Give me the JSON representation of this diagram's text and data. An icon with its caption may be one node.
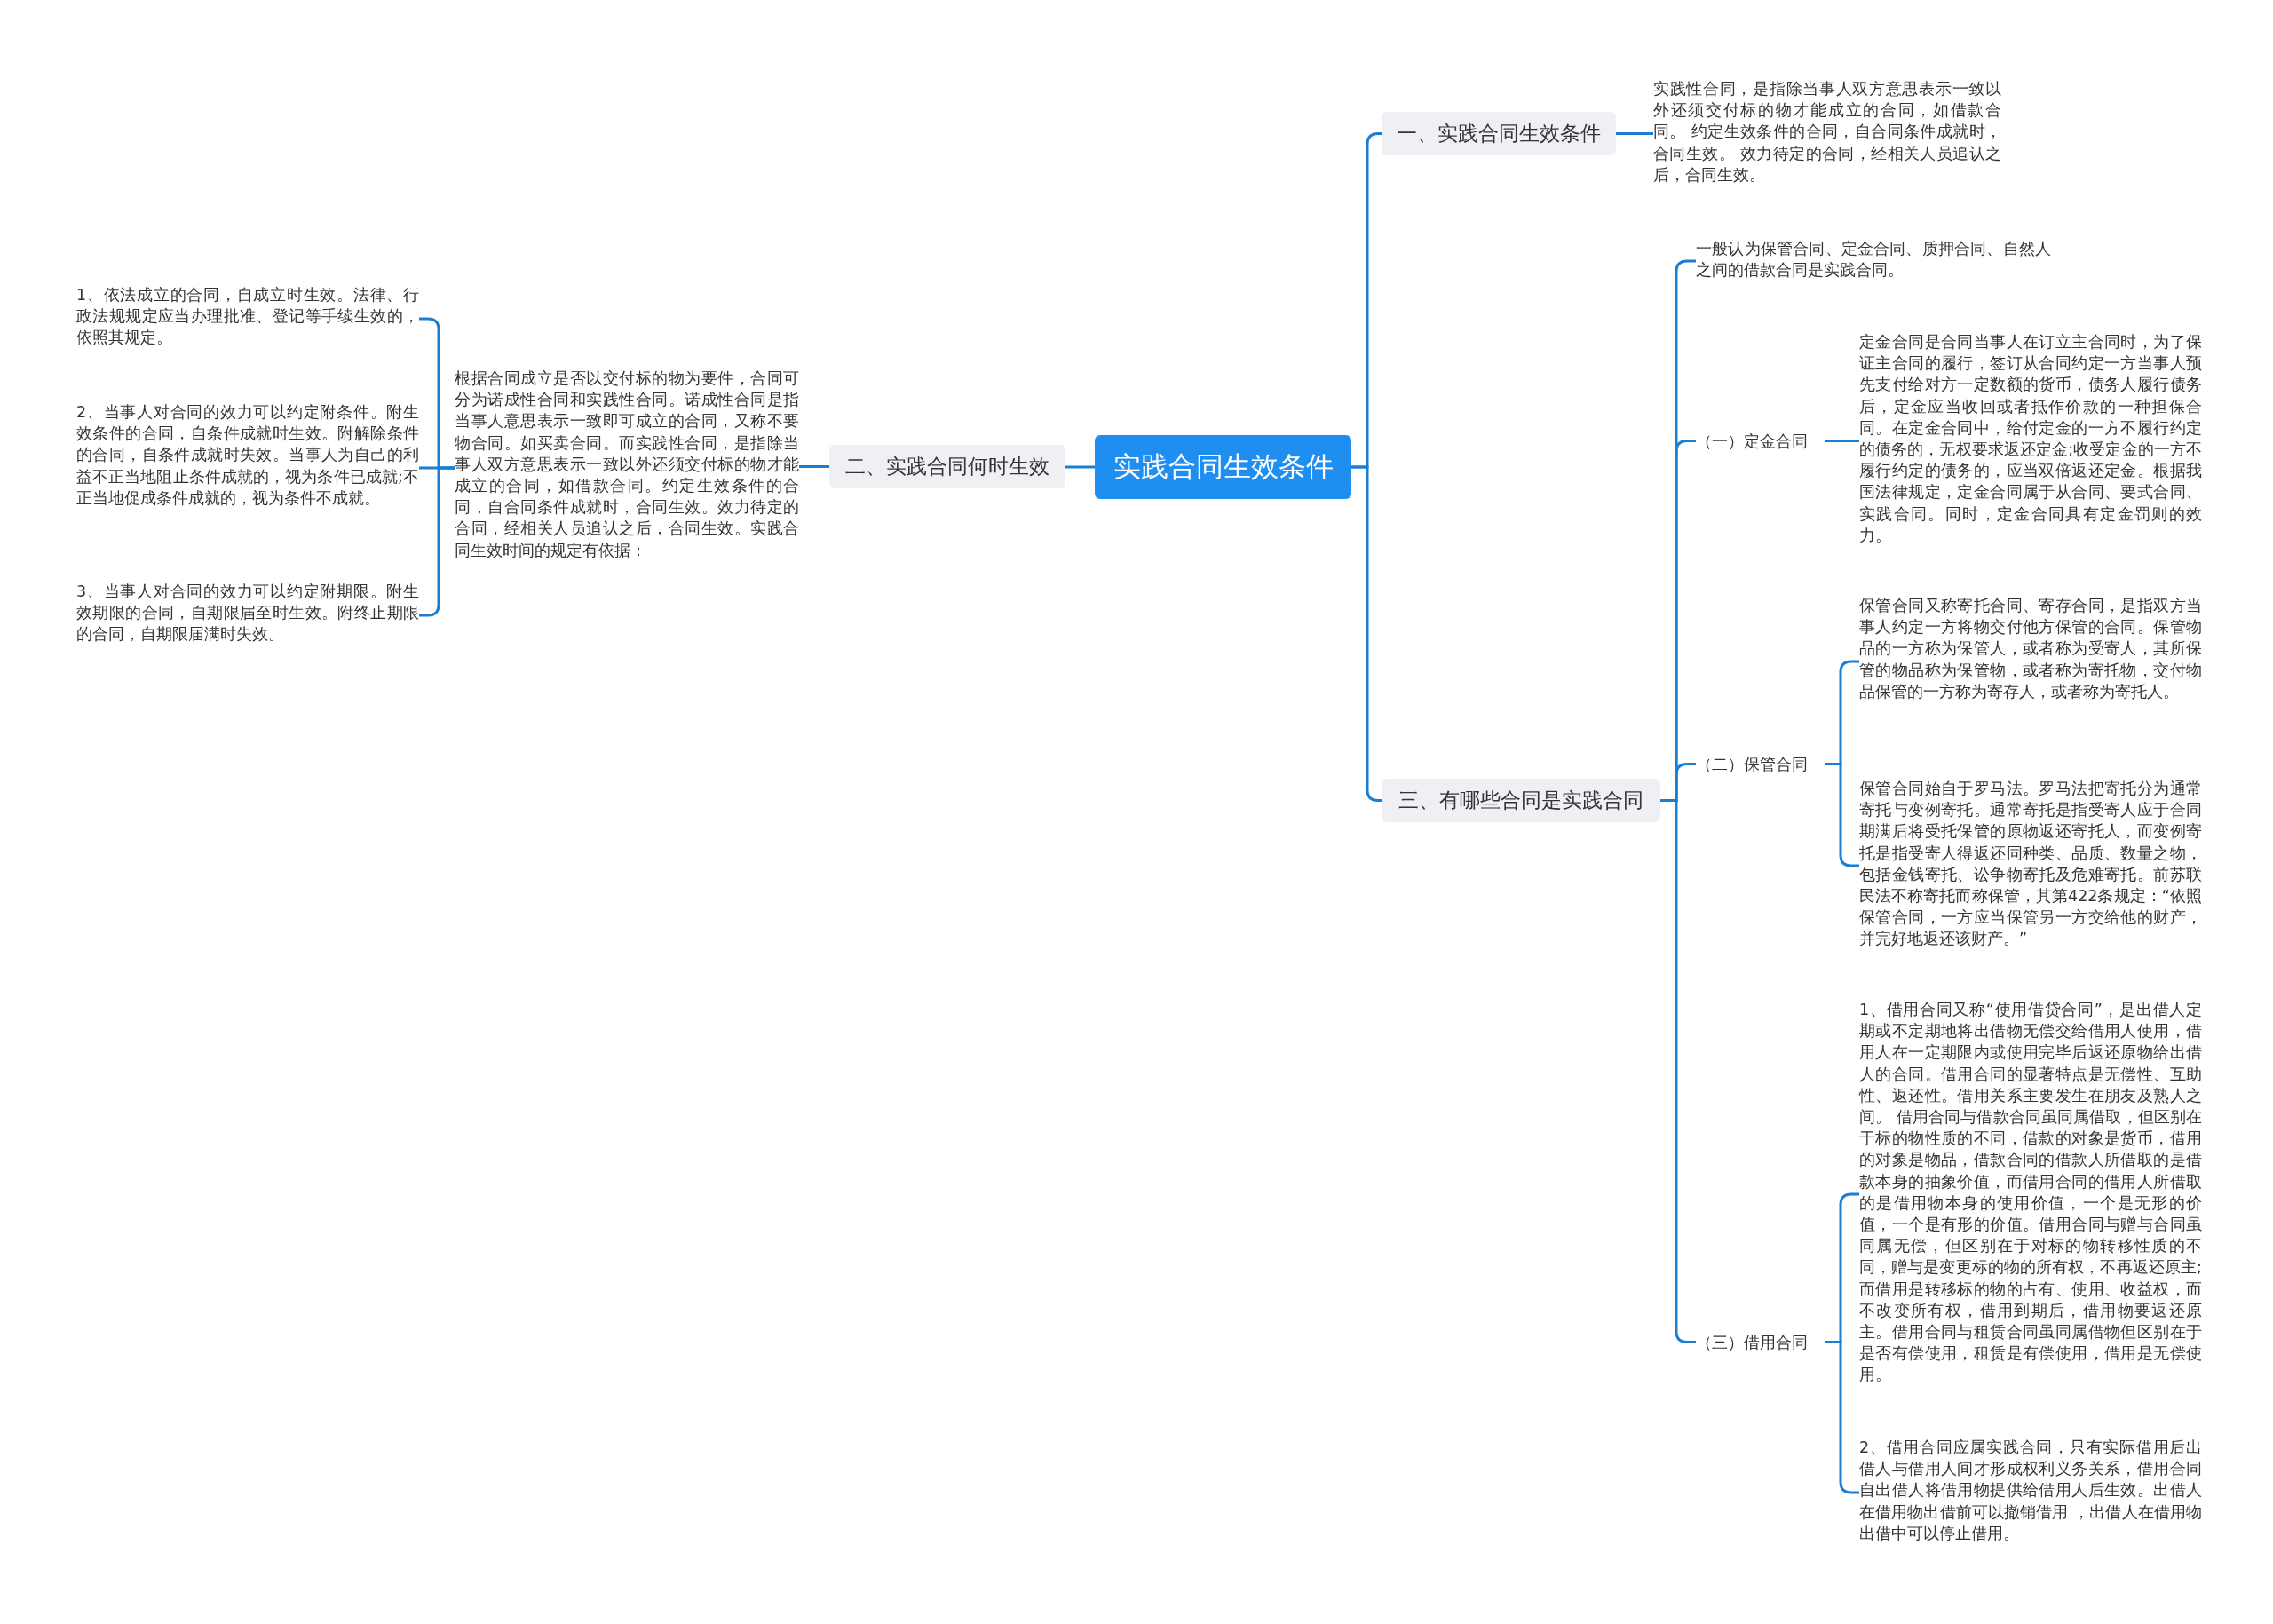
{
  "diagram": {
    "nodes": [
      {
        "text": [
          "实践合同生效条件"
        ]
      },
      {
        "text": [
          "一、实践合同生效条件"
        ]
      },
      {
        "text": [
          "实践性合同，是指除当事人双方意思表示一致以外还须交付标的物才能成立的合同，如借款合同。 约定生效条件的合同，自合同条件成就时，合同生效。 效力待定的合同，经相关人员追认之后，合同生效。"
        ]
      },
      {
        "text": [
          "二、实践合同何时生效"
        ]
      },
      {
        "text": [
          "根据合同成立是否以交付标的物为要件，合同可分为诺成性合同和实践性合同。诺成性合同是指当事人意思表示一致即可成立的合同，又称不要物合同。如买卖合同。而实践性合同，是指除当事人双方意思表示一致以外还须交付标的物才能成立的合同，如借款合同。约定生效条件的合同，自合同条件成就时，合同生效。效力待定的合同，经相关人员追认之后，合同生效。实践合同生效时间的规定有依据："
        ]
      },
      {
        "text": [
          "1、依法成立的合同，自成立时生效。法律、行政法规规定应当办理批准、登记等手续生效的，依照其规定。"
        ]
      },
      {
        "text": [
          "2、当事人对合同的效力可以约定附条件。附生效条件的合同，自条件成就时生效。附解除条件的合同，自条件成就时失效。当事人为自己的利益不正当地阻止条件成就的，视为条件已成就;不正当地促成条件成就的，视为条件不成就。"
        ]
      },
      {
        "text": [
          "3、当事人对合同的效力可以约定附期限。附生效期限的合同，自期限届至时生效。附终止期限的合同，自期限届满时失效。"
        ]
      },
      {
        "text": [
          "三、有哪些合同是实践合同"
        ]
      },
      {
        "text": [
          "一般认为保管合同、定金合同、质押合同、自然人之间的借款合同是实践合同。"
        ]
      },
      {
        "text": [
          "（一）定金合同"
        ]
      },
      {
        "text": [
          "定金合同是合同当事人在订立主合同时，为了保证主合同的履行，签订从合同约定一方当事人预先支付给对方一定数额的货币，债务人履行债务后，定金应当收回或者抵作价款的一种担保合同。在定金合同中，给付定金的一方不履行约定的债务的，无权要求返还定金;收受定金的一方不履行约定的债务的，应当双倍返还定金。根据我国法律规定，定金合同属于从合同、要式合同、实践合同。同时，定金合同具有定金罚则的效力。"
        ]
      },
      {
        "text": [
          "（二）保管合同"
        ]
      },
      {
        "text": [
          "保管合同又称寄托合同、寄存合同，是指双方当事人约定一方将物交付他方保管的合同。保管物品的一方称为保管人，或者称为受寄人，其所保管的物品称为保管物，或者称为寄托物，交付物品保管的一方称为寄存人，或者称为寄托人。"
        ]
      },
      {
        "text": [
          "保管合同始自于罗马法。罗马法把寄托分为通常寄托与变例寄托。通常寄托是指受寄人应于合同期满后将受托保管的原物返还寄托人，而变例寄托是指受寄人得返还同种类、品质、数量之物，包括金钱寄托、讼争物寄托及危难寄托。前苏联民法不称寄托而称保管，其第422条规定：“依照保管合同，一方应当保管另一方交给他的财产，并完好地返还该财产。”"
        ]
      },
      {
        "text": [
          "（三）借用合同"
        ]
      },
      {
        "text": [
          "1、借用合同又称“使用借贷合同”，是出借人定期或不定期地将出借物无偿交给借用人使用，借用人在一定期限内或使用完毕后返还原物给出借人的合同。借用合同的显著特点是无偿性、互助性、返还性。借用关系主要发生在朋友及熟人之间。 借用合同与借款合同虽同属借取，但区别在于标的物性质的不同，借款的对象是货币，借用的对象是物品，借款合同的借款人所借取的是借款本身的抽象价值，而借用合同的借用人所借取的是借用物本身的使用价值，一个是无形的价值，一个是有形的价值。借用合同与赠与合同虽同属无偿，但区别在于对标的物转移性质的不同，赠与是变更标的物的所有权，不再返还原主;而借用是转移标的物的占有、使用、收益权，而不改变所有权，借用到期后，借用物要返还原主。借用合同与租赁合同虽同属借物但区别在于是否有偿使用，租赁是有偿使用，借用是无偿使用。"
        ]
      },
      {
        "text": [
          "2、借用合同应属实践合同，只有实际借用后出借人与借用人间才形成权利义务关系，借用合同自出借人将借用物提供给借用人后生效。出借人在借用物出借前可以撤销借用 ，出借人在借用物出借中可以停止借用。"
        ]
      }
    ],
    "edges": [
      {
        "from": 0,
        "to": 1,
        "arrow": "none"
      },
      {
        "from": 0,
        "to": 3,
        "arrow": "none"
      },
      {
        "from": 0,
        "to": 8,
        "arrow": "none"
      },
      {
        "from": 1,
        "to": 2,
        "arrow": "none"
      },
      {
        "from": 3,
        "to": 4,
        "arrow": "none"
      },
      {
        "from": 4,
        "to": 5,
        "arrow": "none"
      },
      {
        "from": 4,
        "to": 6,
        "arrow": "none"
      },
      {
        "from": 4,
        "to": 7,
        "arrow": "none"
      },
      {
        "from": 8,
        "to": 9,
        "arrow": "none"
      },
      {
        "from": 8,
        "to": 10,
        "arrow": "none"
      },
      {
        "from": 8,
        "to": 12,
        "arrow": "none"
      },
      {
        "from": 8,
        "to": 15,
        "arrow": "none"
      },
      {
        "from": 10,
        "to": 11,
        "arrow": "none"
      },
      {
        "from": 12,
        "to": 13,
        "arrow": "none"
      },
      {
        "from": 12,
        "to": 14,
        "arrow": "none"
      },
      {
        "from": 15,
        "to": 16,
        "arrow": "none"
      },
      {
        "from": 15,
        "to": 17,
        "arrow": "none"
      }
    ]
  }
}
